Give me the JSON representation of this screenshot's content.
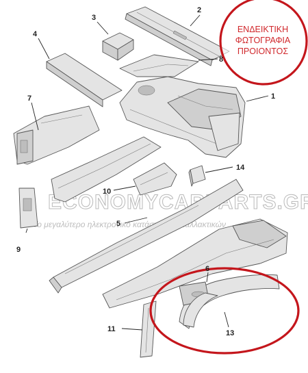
{
  "callouts": {
    "c1": "1",
    "c2": "2",
    "c3": "3",
    "c4": "4",
    "c5": "5",
    "c6": "6",
    "c7": "7",
    "c8": "8",
    "c9": "9",
    "c10": "10",
    "c11": "11",
    "c13": "13",
    "c14": "14"
  },
  "stamp": {
    "line1": "ΕΝΔΕΙΚΤΙΚΗ",
    "line2": "ΦΩΤΟΓΡΑΦΙΑ",
    "line3": "ΠΡΟΙΟΝΤΟΣ",
    "color": "#d0262a"
  },
  "watermark": {
    "title": "ECONOMYCARPARTS.GR",
    "subtitle": "Το μεγαλύτερο ηλεκτρονικό κατάστημα ανταλλακτικών"
  },
  "highlight_color": "#c4161c"
}
